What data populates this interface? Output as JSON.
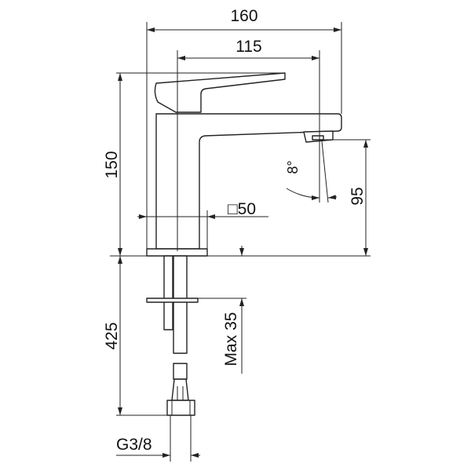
{
  "title": "Basin mixer technical drawing",
  "dimensions": {
    "overall_reach": "160",
    "spout_reach": "115",
    "height": "150",
    "base_square": "□50",
    "spout_angle": "8°",
    "outlet_height": "95",
    "below_deck_length": "425",
    "max_deck_thickness": "Max 35",
    "connection_thread": "G3/8"
  },
  "colors": {
    "line": "#222222",
    "background": "#ffffff"
  }
}
